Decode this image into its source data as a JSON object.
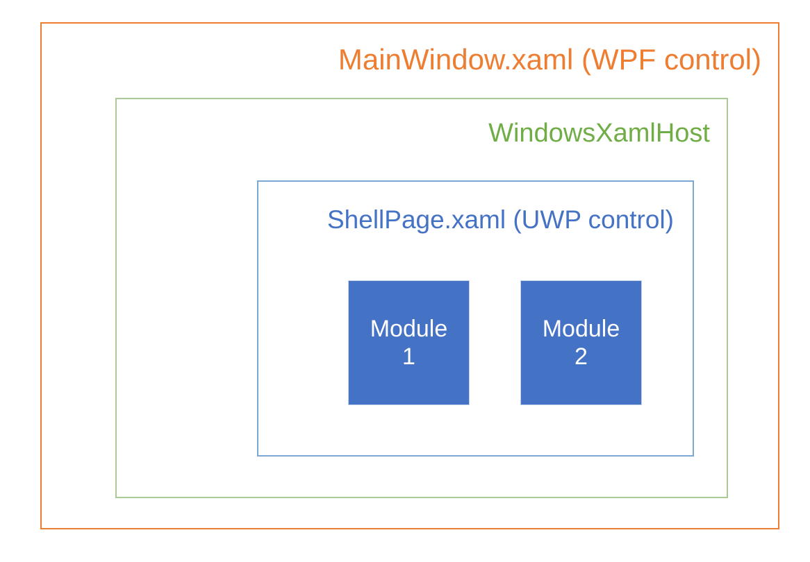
{
  "diagram": {
    "type": "nested-boxes",
    "background_color": "#FFFFFF",
    "layers": [
      {
        "id": "mainwindow",
        "label": "MainWindow.xaml (WPF control)",
        "border_color": "#ED7D31",
        "text_color": "#ED7D31"
      },
      {
        "id": "windowsxamlhost",
        "label": "WindowsXamlHost",
        "border_color": "#A9C995",
        "text_color": "#70AD47"
      },
      {
        "id": "shellpage",
        "label": "ShellPage.xaml (UWP control)",
        "border_color": "#7BA7D7",
        "text_color": "#4472C4"
      }
    ],
    "modules": [
      {
        "id": "module-1",
        "line1": "Module",
        "line2": "1",
        "fill_color": "#4472C4",
        "text_color": "#FFFFFF"
      },
      {
        "id": "module-2",
        "line1": "Module",
        "line2": "2",
        "fill_color": "#4472C4",
        "text_color": "#FFFFFF"
      }
    ]
  }
}
